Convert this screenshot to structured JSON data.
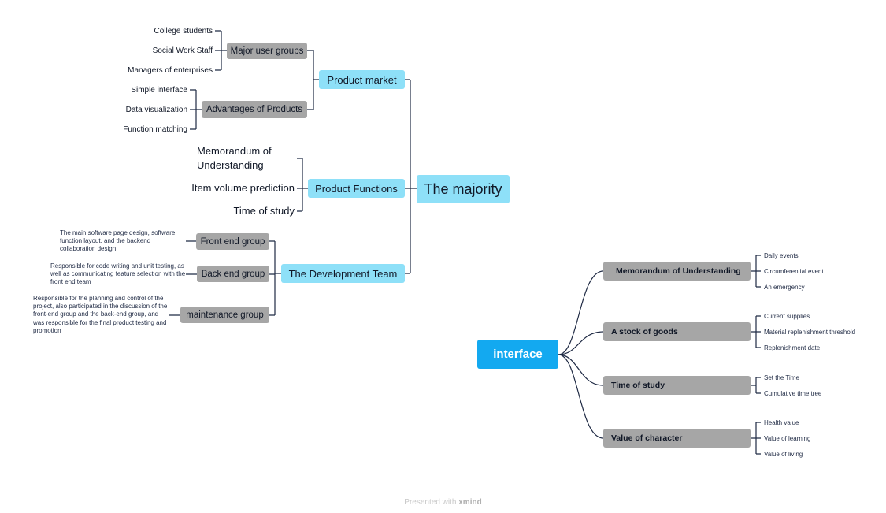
{
  "map1": {
    "root": "The majority",
    "market": {
      "label": "Product market",
      "user_groups": {
        "label": "Major user groups",
        "items": [
          "College students",
          "Social Work Staff",
          "Managers of enterprises"
        ]
      },
      "advantages": {
        "label": "Advantages of Products",
        "items": [
          "Simple interface",
          "Data visualization",
          "Function matching"
        ]
      }
    },
    "functions": {
      "label": "Product Functions",
      "items": [
        "Memorandum of Understanding",
        "Item volume prediction",
        "Time of study"
      ]
    },
    "team": {
      "label": "The Development Team",
      "front": {
        "label": "Front end group",
        "note": "The main software page design, software function layout, and the backend collaboration design"
      },
      "back": {
        "label": "Back end group",
        "note": "Responsible for code writing and unit testing, as well as communicating feature selection with the front end team"
      },
      "maint": {
        "label": "maintenance group",
        "note": "Responsible for the planning and control of the project, also participated in the discussion of the front-end group and the back-end group, and was responsible for the final product testing and promotion"
      }
    }
  },
  "map2": {
    "root": "interface",
    "branches": [
      {
        "label": "Memorandum of Understanding",
        "items": [
          "Daily events",
          "Circumferential event",
          "An emergency"
        ]
      },
      {
        "label": "A stock of goods",
        "items": [
          "Current supplies",
          "Material replenishment threshold",
          "Replenishment date"
        ]
      },
      {
        "label": "Time of study",
        "items": [
          "Set the Time",
          "Cumulative time tree"
        ]
      },
      {
        "label": "Value of character",
        "items": [
          "Health value",
          "Value of learning",
          "Value of living"
        ]
      }
    ]
  },
  "footer": {
    "prefix": "Presented with",
    "brand": "xmind"
  },
  "colors": {
    "topic": "#8ee0f8",
    "subtopic": "#a6a6a6",
    "interface_root": "#13a9f0",
    "line": "#1f2a44"
  }
}
